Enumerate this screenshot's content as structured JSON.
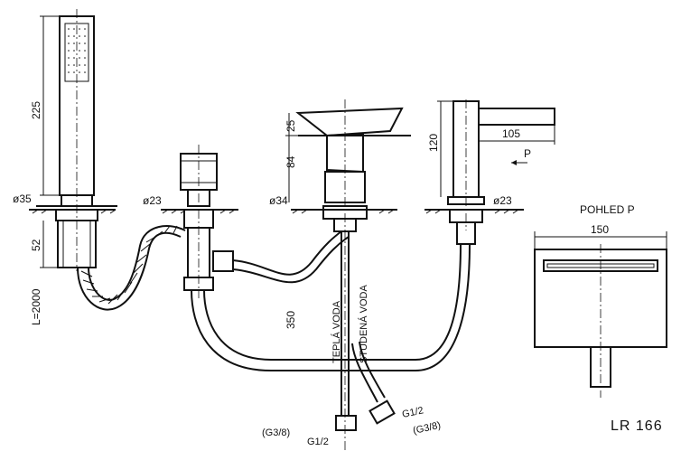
{
  "dimensions": {
    "shower_length": "225",
    "shower_dia": "ø35",
    "shower_base": "52",
    "hose_length": "L=2000",
    "diverter_dia": "ø23",
    "mixer_dia": "ø34",
    "lever_height": "25",
    "mixer_height": "84",
    "pipe_length": "350",
    "spout_height": "120",
    "spout_reach": "105",
    "spout_dia": "ø23",
    "view_width": "150"
  },
  "labels": {
    "hot_water": "TEPLÁ VODA",
    "cold_water": "STUDENÁ VODA",
    "thread_left_top": "(G3/8)",
    "thread_left_bottom": "G1/2",
    "thread_right_top": "G1/2",
    "thread_right_bottom": "(G3/8)",
    "view_arrow": "P",
    "view_title": "POHLED P",
    "model_code": "LR 166"
  },
  "colors": {
    "line": "#111111",
    "background": "#ffffff"
  }
}
